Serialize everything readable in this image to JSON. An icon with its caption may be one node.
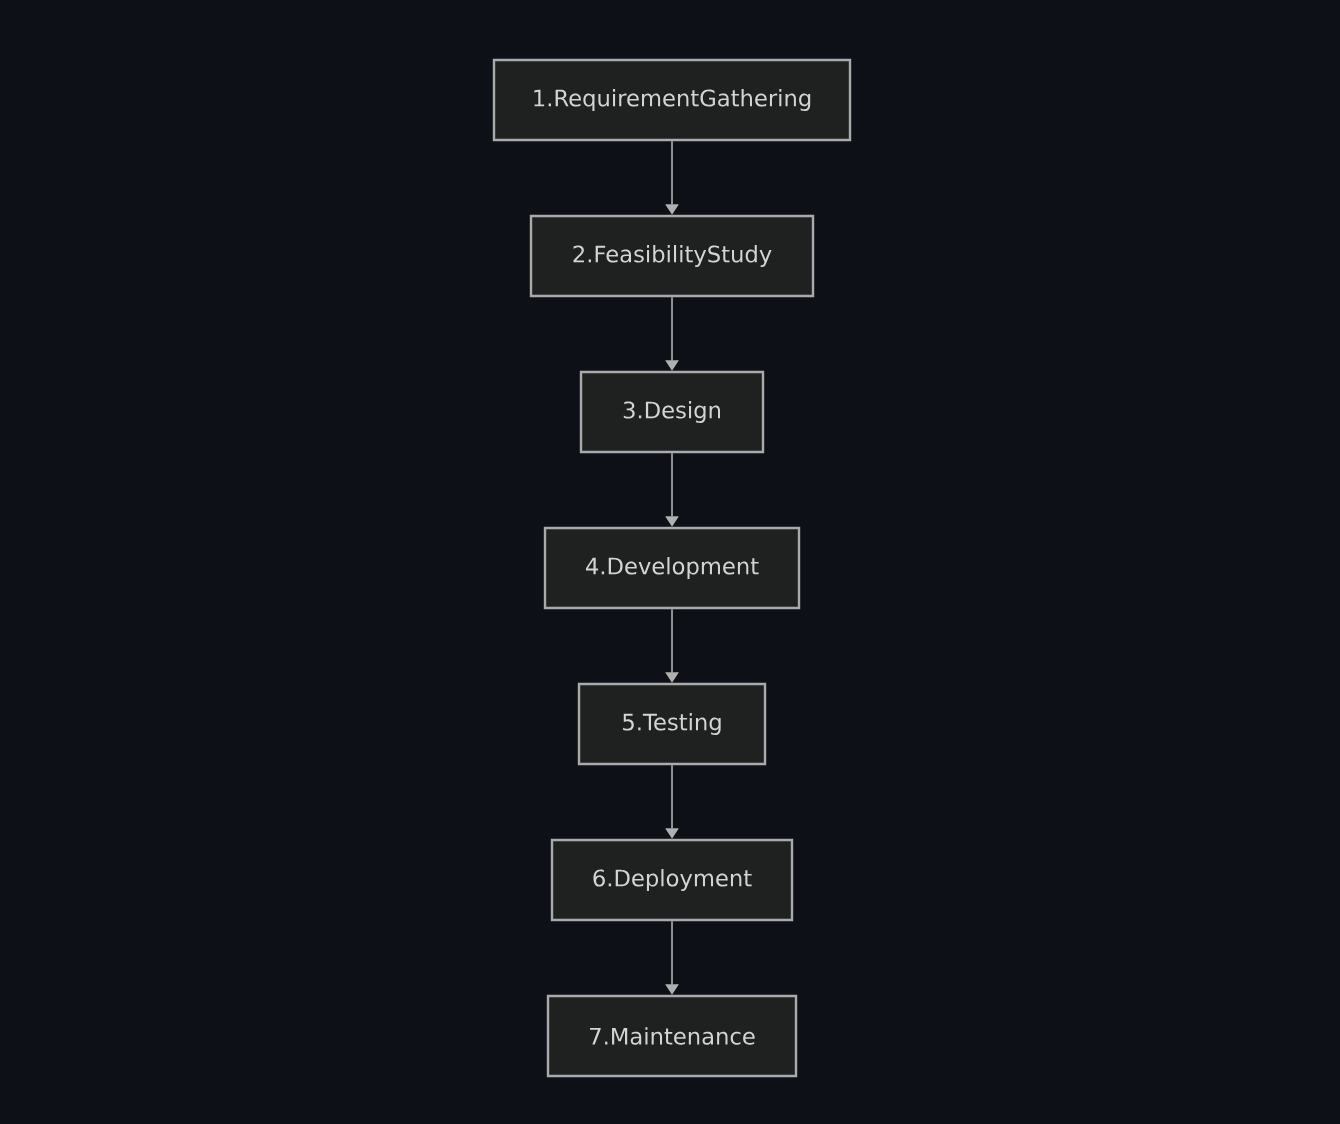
{
  "diagram": {
    "nodes": [
      {
        "text": [
          "1.RequirementGathering"
        ]
      },
      {
        "text": [
          "2.FeasibilityStudy"
        ]
      },
      {
        "text": [
          "3.Design"
        ]
      },
      {
        "text": [
          "4.Development"
        ]
      },
      {
        "text": [
          "5.Testing"
        ]
      },
      {
        "text": [
          "6.Deployment"
        ]
      },
      {
        "text": [
          "7.Maintenance"
        ]
      }
    ],
    "edges": [
      {
        "from": 0,
        "to": 1,
        "arrow": "to"
      },
      {
        "from": 1,
        "to": 2,
        "arrow": "to"
      },
      {
        "from": 2,
        "to": 3,
        "arrow": "to"
      },
      {
        "from": 3,
        "to": 4,
        "arrow": "to"
      },
      {
        "from": 4,
        "to": 5,
        "arrow": "to"
      },
      {
        "from": 5,
        "to": 6,
        "arrow": "to"
      }
    ]
  }
}
